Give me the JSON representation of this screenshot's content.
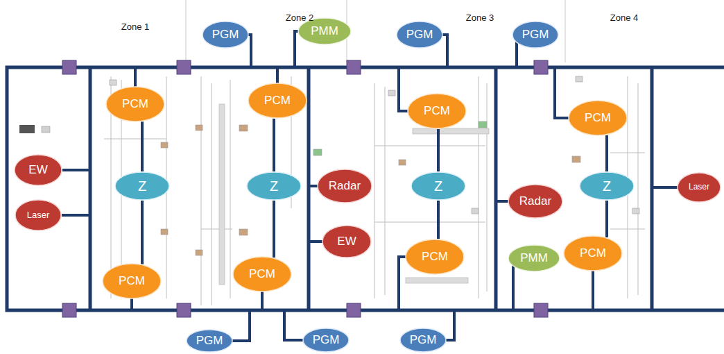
{
  "diagram": {
    "nodes": [
      {
        "text": [
          "PGM"
        ]
      },
      {
        "text": [
          "PMM"
        ]
      },
      {
        "text": [
          "PGM"
        ]
      },
      {
        "text": [
          "PGM"
        ]
      },
      {
        "text": [
          "PCM"
        ]
      },
      {
        "text": [
          "PCM"
        ]
      },
      {
        "text": [
          "PCM"
        ]
      },
      {
        "text": [
          "PCM"
        ]
      },
      {
        "text": [
          "EW"
        ]
      },
      {
        "text": [
          "Z"
        ]
      },
      {
        "text": [
          "Z"
        ]
      },
      {
        "text": [
          "Radar"
        ]
      },
      {
        "text": [
          "Z"
        ]
      },
      {
        "text": [
          "Z"
        ]
      },
      {
        "text": [
          "Laser"
        ]
      },
      {
        "text": [
          "Radar"
        ]
      },
      {
        "text": [
          "Laser"
        ]
      },
      {
        "text": [
          "EW"
        ]
      },
      {
        "text": [
          "PCM"
        ]
      },
      {
        "text": [
          "PCM"
        ]
      },
      {
        "text": [
          "PMM"
        ]
      },
      {
        "text": [
          "PCM"
        ]
      },
      {
        "text": [
          "PCM"
        ]
      },
      {
        "text": [
          "PGM"
        ]
      },
      {
        "text": [
          "PGM"
        ]
      },
      {
        "text": [
          "PGM"
        ]
      }
    ],
    "edges": [
      {
        "from": 4,
        "to": 9,
        "arrow": "none"
      },
      {
        "from": 9,
        "to": 22,
        "arrow": "none"
      },
      {
        "from": 5,
        "to": 10,
        "arrow": "none"
      },
      {
        "from": 10,
        "to": 21,
        "arrow": "none"
      },
      {
        "from": 6,
        "to": 12,
        "arrow": "none"
      },
      {
        "from": 12,
        "to": 18,
        "arrow": "none"
      },
      {
        "from": 7,
        "to": 13,
        "arrow": "none"
      },
      {
        "from": 13,
        "to": 19,
        "arrow": "none"
      }
    ],
    "labels": [
      "Zone 1",
      "Zone 2",
      "Zone 3",
      "Zone 4"
    ]
  }
}
